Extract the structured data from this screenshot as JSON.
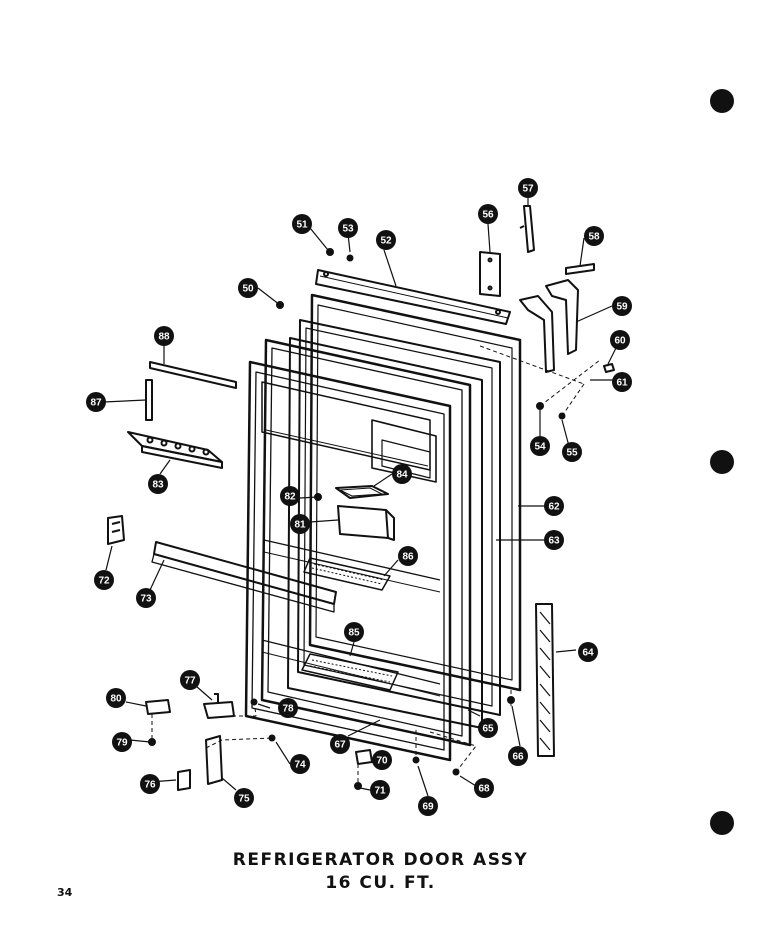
{
  "title_line1": "REFRIGERATOR DOOR ASSY",
  "title_line2": "16 CU. FT.",
  "page_number": "34",
  "callouts": [
    "50",
    "51",
    "52",
    "53",
    "54",
    "55",
    "56",
    "57",
    "58",
    "59",
    "60",
    "61",
    "62",
    "63",
    "64",
    "65",
    "66",
    "67",
    "68",
    "69",
    "70",
    "71",
    "72",
    "73",
    "74",
    "75",
    "76",
    "77",
    "78",
    "79",
    "80",
    "81",
    "82",
    "83",
    "84",
    "85",
    "86",
    "87",
    "88"
  ]
}
